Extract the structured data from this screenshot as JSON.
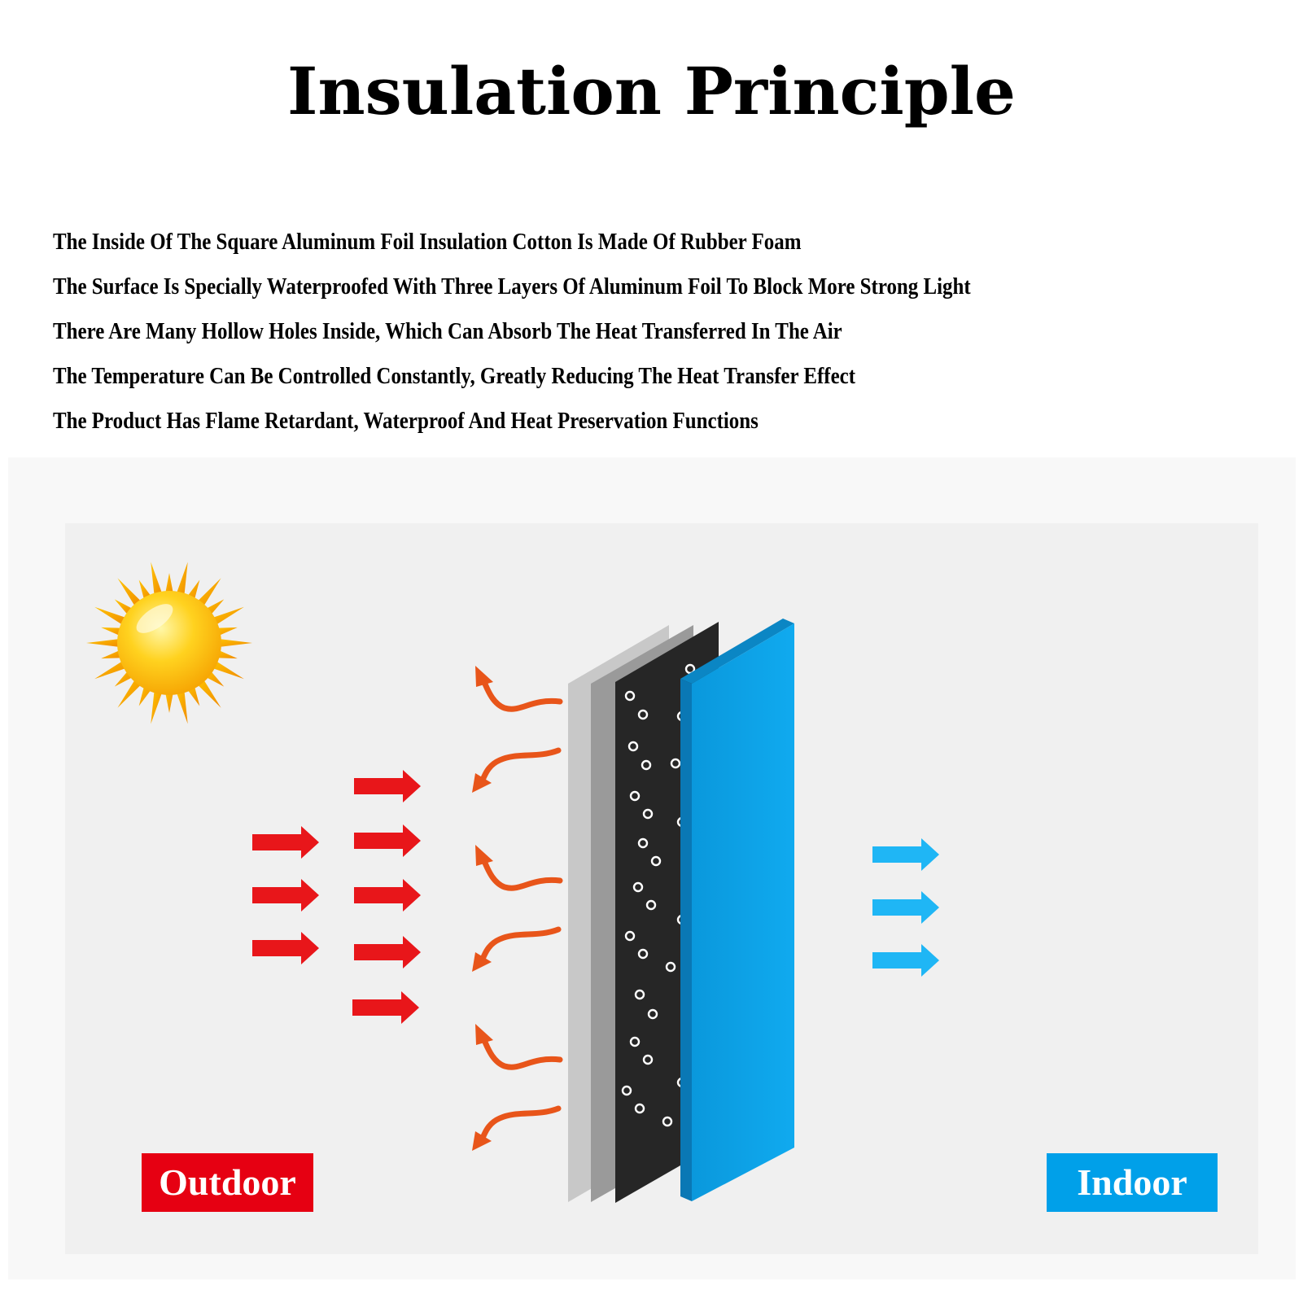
{
  "title": "Insulation Principle",
  "lines": [
    "The Inside Of The Square Aluminum Foil Insulation Cotton Is Made Of Rubber Foam",
    "The Surface Is Specially Waterproofed With Three Layers Of Aluminum Foil To Block More Strong Light",
    "There Are Many Hollow Holes Inside, Which Can Absorb The Heat Transferred In The Air",
    "The Temperature Can Be Controlled Constantly, Greatly Reducing The Heat Transfer Effect",
    "The Product Has Flame Retardant, Waterproof And Heat Preservation Functions"
  ],
  "labels": {
    "outdoor": "Outdoor",
    "indoor": "Indoor"
  },
  "colors": {
    "outdoor": "#e60012",
    "indoor": "#00a0e9",
    "heat_arrow": "#e8161a",
    "reflect_arrow": "#e8551a",
    "cold_arrow": "#1fb6f5",
    "foam_layer": "#262626",
    "insulation_board": "#0aa2e6"
  },
  "icons": [
    "sun-icon"
  ]
}
